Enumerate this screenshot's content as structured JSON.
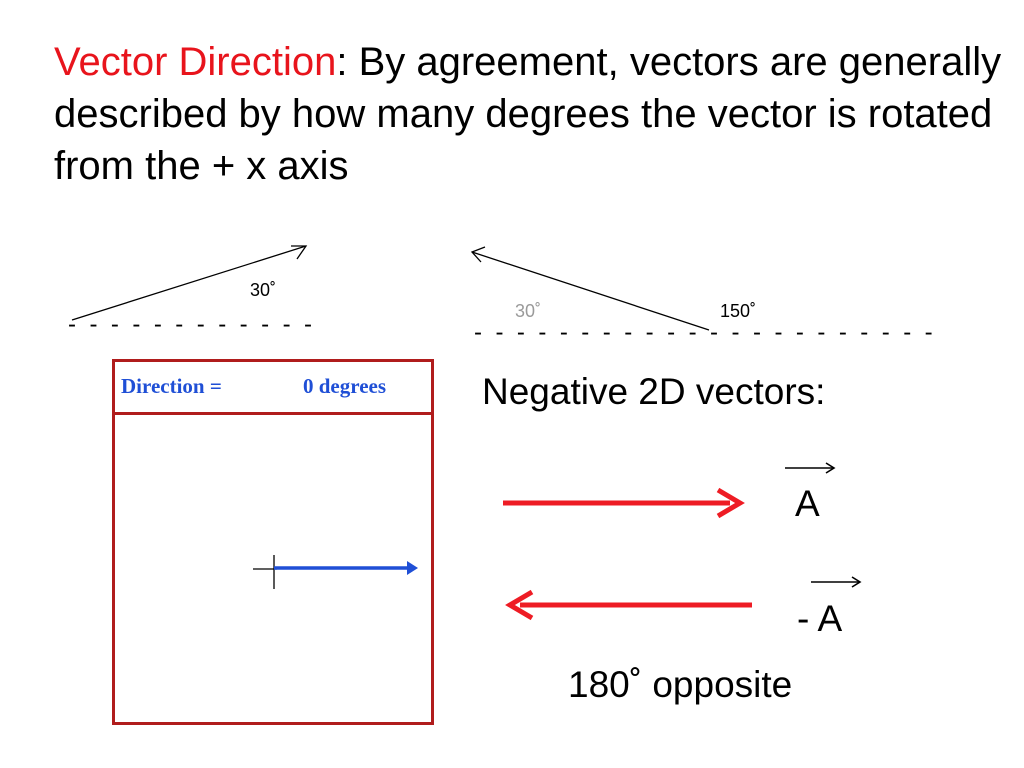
{
  "title": {
    "accent": "Vector Direction",
    "rest": ": By agreement, vectors are generally described by how many degrees the vector is rotated from the + x axis"
  },
  "left_diagram": {
    "angle_label": "30˚",
    "baseline": "- - - - - - - - - - - -"
  },
  "right_diagram": {
    "angle_small_label": "30˚",
    "angle_large_label": "150˚",
    "baseline": "- - - - - - - - - - - - - - - - - - - - - -"
  },
  "simulation": {
    "direction_label": "Direction =",
    "direction_value": "0 degrees"
  },
  "negative": {
    "heading": "Negative 2D vectors:",
    "vector_a": "A",
    "vector_neg_a": "- A",
    "caption": "180˚ opposite"
  },
  "colors": {
    "accent": "#e8141c",
    "sim_border": "#b01c1c",
    "sim_vector": "#1f4fd6",
    "red_arrow": "#ee1c24",
    "gray_label": "#9a9a9a"
  }
}
